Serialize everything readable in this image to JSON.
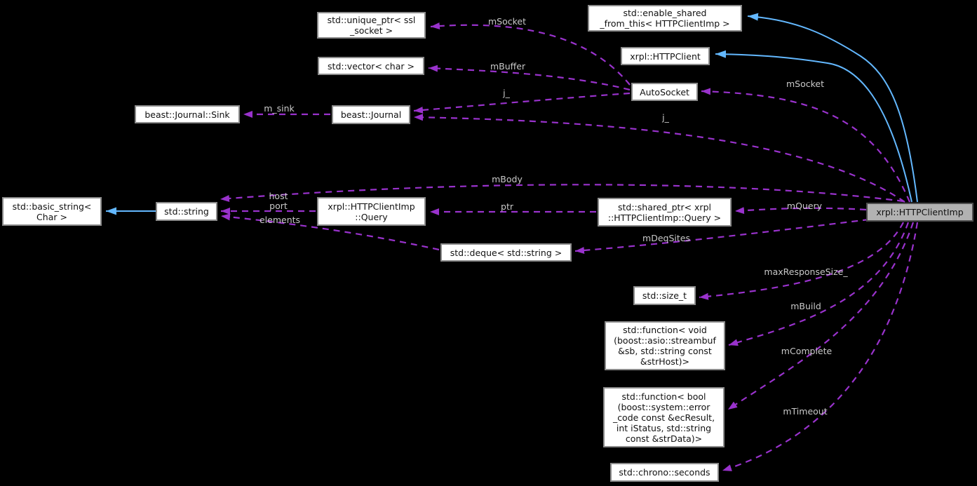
{
  "diagram": {
    "kind": "collaboration-graph",
    "main_class": "xrpl::HTTPClientImp",
    "colors": {
      "background": "#000000",
      "node_fill": "#ffffff",
      "node_border": "#8b8b8b",
      "main_node_fill": "#b2b2b2",
      "main_node_border": "#4e4e4e",
      "dependency_edge": "#9932cc",
      "inheritance_edge": "#63b8ff",
      "edge_label_text": "#c9c9c9",
      "node_text": "#111111"
    },
    "nodes": [
      {
        "id": "unique-ptr-ssl-socket",
        "label": "std::unique_ptr< ssl\n_socket >"
      },
      {
        "id": "vector-char",
        "label": "std::vector< char >"
      },
      {
        "id": "enable-shared-from-this",
        "label": "std::enable_shared\n_from_this< HTTPClientImp >"
      },
      {
        "id": "xrpl-httpclient",
        "label": "xrpl::HTTPClient"
      },
      {
        "id": "autosocket",
        "label": "AutoSocket"
      },
      {
        "id": "beast-journal-sink",
        "label": "beast::Journal::Sink"
      },
      {
        "id": "beast-journal",
        "label": "beast::Journal"
      },
      {
        "id": "basic-string",
        "label": "std::basic_string<\nChar >"
      },
      {
        "id": "string",
        "label": "std::string"
      },
      {
        "id": "httpclientimp-query",
        "label": "xrpl::HTTPClientImp\n::Query"
      },
      {
        "id": "shared-ptr-query",
        "label": "std::shared_ptr< xrpl\n::HTTPClientImp::Query >"
      },
      {
        "id": "httpclientimp",
        "label": "xrpl::HTTPClientImp"
      },
      {
        "id": "deque-string",
        "label": "std::deque< std::string >"
      },
      {
        "id": "size-t",
        "label": "std::size_t"
      },
      {
        "id": "function-build",
        "label": "std::function< void\n(boost::asio::streambuf\n&sb, std::string const\n&strHost)>"
      },
      {
        "id": "function-complete",
        "label": "std::function< bool\n(boost::system::error\n_code const &ecResult,\nint iStatus, std::string\nconst &strData)>"
      },
      {
        "id": "chrono-seconds",
        "label": "std::chrono::seconds"
      }
    ],
    "edges": [
      {
        "from": "AutoSocket",
        "to": "std::unique_ptr< ssl_socket >",
        "label": "mSocket",
        "type": "dependency"
      },
      {
        "from": "AutoSocket",
        "to": "std::vector< char >",
        "label": "mBuffer",
        "type": "dependency"
      },
      {
        "from": "xrpl::HTTPClientImp",
        "to": "AutoSocket",
        "label": "mSocket",
        "type": "dependency"
      },
      {
        "from": "beast::Journal",
        "to": "beast::Journal::Sink",
        "label": "m_sink",
        "type": "dependency"
      },
      {
        "from": "AutoSocket",
        "to": "beast::Journal",
        "label": "j_",
        "type": "dependency"
      },
      {
        "from": "xrpl::HTTPClientImp",
        "to": "beast::Journal",
        "label": "j_",
        "type": "dependency"
      },
      {
        "from": "xrpl::HTTPClientImp::Query",
        "to": "std::string",
        "label": "host\nport",
        "type": "dependency"
      },
      {
        "from": "std::deque< std::string >",
        "to": "std::string",
        "label": "elements",
        "type": "dependency"
      },
      {
        "from": "xrpl::HTTPClientImp",
        "to": "std::string",
        "label": "mBody",
        "type": "dependency"
      },
      {
        "from": "std::shared_ptr< xrpl::HTTPClientImp::Query >",
        "to": "xrpl::HTTPClientImp::Query",
        "label": "ptr",
        "type": "dependency"
      },
      {
        "from": "xrpl::HTTPClientImp",
        "to": "std::shared_ptr< xrpl::HTTPClientImp::Query >",
        "label": "mQuery",
        "type": "dependency"
      },
      {
        "from": "xrpl::HTTPClientImp",
        "to": "std::deque< std::string >",
        "label": "mDeqSites",
        "type": "dependency"
      },
      {
        "from": "xrpl::HTTPClientImp",
        "to": "std::size_t",
        "label": "maxResponseSize_",
        "type": "dependency"
      },
      {
        "from": "xrpl::HTTPClientImp",
        "to": "std::function< void(boost::asio::streambuf &sb, std::string const &strHost)>",
        "label": "mBuild",
        "type": "dependency"
      },
      {
        "from": "xrpl::HTTPClientImp",
        "to": "std::function< bool(boost::system::error_code const &ecResult, int iStatus, std::string const &strData)>",
        "label": "mComplete",
        "type": "dependency"
      },
      {
        "from": "xrpl::HTTPClientImp",
        "to": "std::chrono::seconds",
        "label": "mTimeout",
        "type": "dependency"
      },
      {
        "from": "xrpl::HTTPClientImp",
        "to": "std::enable_shared_from_this< HTTPClientImp >",
        "label": "",
        "type": "inheritance"
      },
      {
        "from": "xrpl::HTTPClientImp",
        "to": "xrpl::HTTPClient",
        "label": "",
        "type": "inheritance"
      },
      {
        "from": "std::string",
        "to": "std::basic_string< Char >",
        "label": "",
        "type": "inheritance"
      }
    ]
  }
}
